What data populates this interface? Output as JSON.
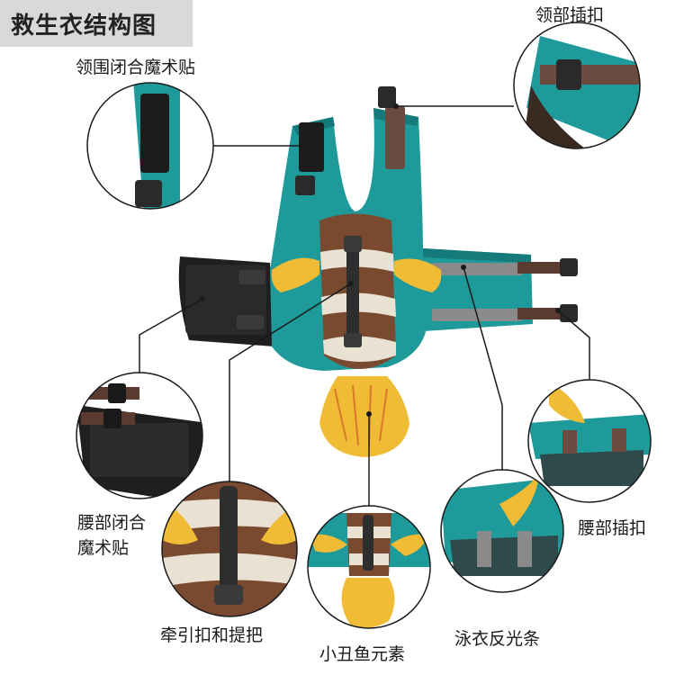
{
  "title": "救生衣结构图",
  "labels": {
    "neck_velcro": "领围闭合魔术贴",
    "neck_buckle": "领部插扣",
    "waist_velcro_line1": "腰部闭合",
    "waist_velcro_line2": "魔术贴",
    "waist_buckle": "腰部插扣",
    "leash_handle": "牵引扣和提把",
    "clownfish": "小丑鱼元素",
    "reflective": "泳衣反光条"
  },
  "colors": {
    "vest_teal": "#1f9a9a",
    "vest_teal_dark": "#157a7a",
    "strap_brown": "#6b4a3f",
    "fish_brown": "#7a4a30",
    "fish_cream": "#e9e2d2",
    "fin_yellow": "#f0bb35",
    "velcro_black": "#1c1c1c"
  }
}
